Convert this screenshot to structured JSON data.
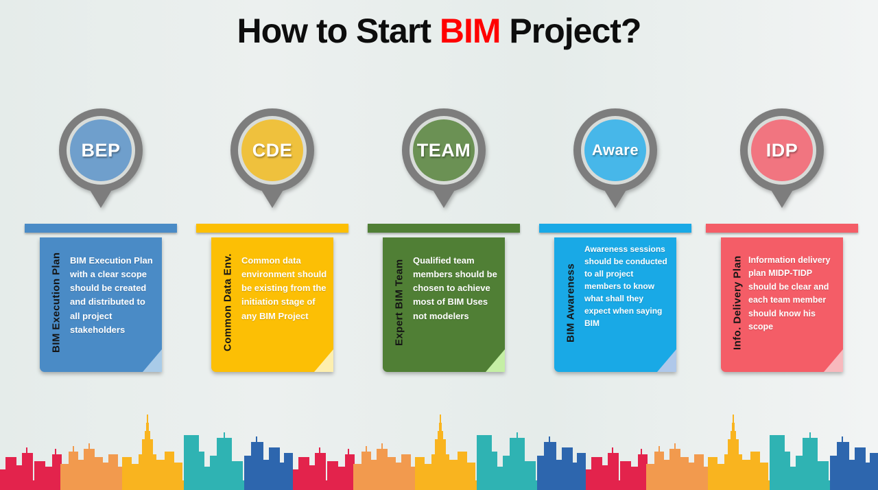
{
  "title": {
    "prefix": "How to Start ",
    "highlight": "BIM",
    "suffix": " Project?",
    "highlight_color": "#FF0000",
    "text_color": "#0D0D0D"
  },
  "pin": {
    "body_color": "#7D7D7D",
    "ring_color": "#D8DCD9"
  },
  "background": {
    "a": "#E5ECEA",
    "b": "#F2F4F4"
  },
  "columns": [
    {
      "pin_label": "BEP",
      "side_label": "BIM Execution Plan",
      "body": "BIM Execution Plan with a clear scope should be created and distributed to all project stakeholders",
      "pin_color": "#6F9FCC",
      "note_color": "#4A8BC6",
      "fold_color": "#A9CBE8"
    },
    {
      "pin_label": "CDE",
      "side_label": "Common Data Env.",
      "body": "Common data environment should be existing from the initiation stage of any BIM Project",
      "pin_color": "#EFC13D",
      "note_color": "#FCBF05",
      "fold_color": "#FDEFAF"
    },
    {
      "pin_label": "TEAM",
      "side_label": "Expert BIM Team",
      "body": "Qualified team members should be chosen to achieve most of BIM Uses not modelers",
      "pin_color": "#6B9154",
      "note_color": "#507F35",
      "fold_color": "#C5EFA5"
    },
    {
      "pin_label": "Aware",
      "side_label": "BIM Awareness",
      "body": "Awareness sessions should be conducted to all project members to know what shall they expect when saying BIM",
      "pin_color": "#47B7E9",
      "note_color": "#19A9E6",
      "fold_color": "#AFC8EA"
    },
    {
      "pin_label": "IDP",
      "side_label": "Info. Delivery Plan",
      "body": "Information delivery plan MIDP-TIDP should be clear and each team member should know his scope",
      "pin_color": "#F17580",
      "note_color": "#F45D67",
      "fold_color": "#F8B9BD"
    }
  ],
  "skyline": {
    "colors": {
      "red": "#E3234C",
      "orange": "#F29A4E",
      "yellow": "#F9B41F",
      "teal": "#2FB3B3",
      "blue": "#2D66AE"
    }
  }
}
